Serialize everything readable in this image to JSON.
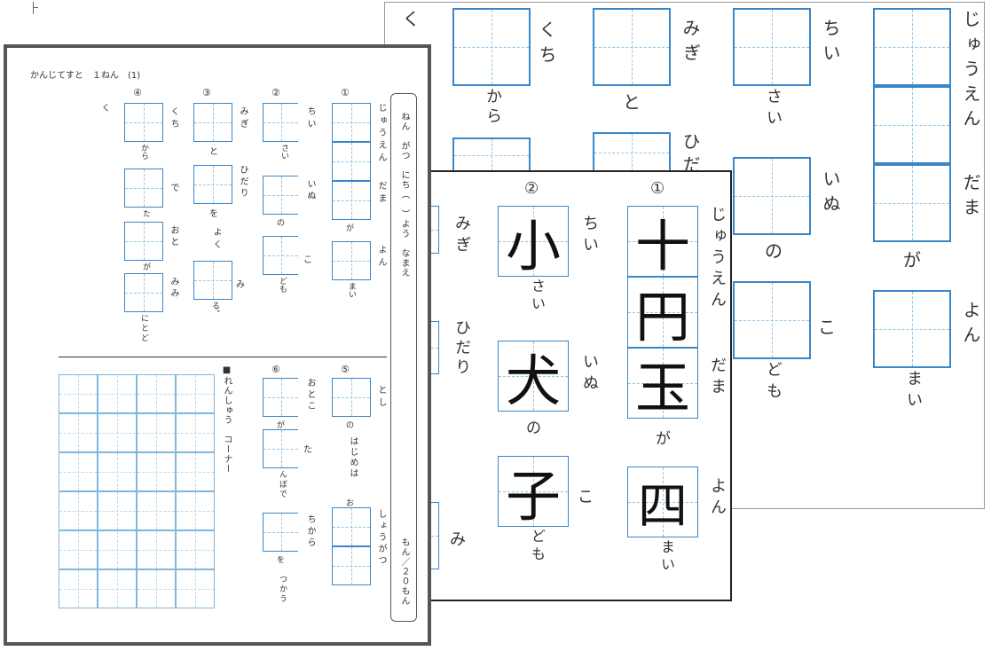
{
  "back_sheet": {
    "kana": {
      "ku": "く",
      "kuchi": "くち",
      "kara": "から",
      "migi": "みぎ",
      "to": "と",
      "hidari": "ひだ",
      "chii": "ちい",
      "sai": "さい",
      "inu": "いぬ",
      "no": "の",
      "ko": "こ",
      "domo": "ども",
      "juuen": "じゅうえん",
      "dama": "だま",
      "ga": "が",
      "yon": "よん",
      "mai": "まい"
    }
  },
  "mid_sheet": {
    "numbers": {
      "n2": "②",
      "n1": "①"
    },
    "kanji": {
      "small": "小",
      "ten": "十",
      "yen": "円",
      "ball": "玉",
      "dog": "犬",
      "child": "子",
      "four": "四"
    },
    "kana": {
      "migi": "みぎ",
      "hidari": "ひだり",
      "mi": "み",
      "chii": "ちい",
      "sai": "さい",
      "inu": "いぬ",
      "no": "の",
      "ko": "こ",
      "domo": "ども",
      "juuen": "じゅうえん",
      "dama": "だま",
      "ga": "が",
      "yon": "よん",
      "mai": "まい"
    }
  },
  "front_sheet": {
    "title": "かんじてすと　１ねん　(1)",
    "numbers": {
      "n4": "④",
      "n3": "③",
      "n2": "②",
      "n1": "①",
      "n6": "⑥",
      "n5": "⑤"
    },
    "q4": {
      "ku": "く",
      "kuchi": "くち",
      "kara": "から",
      "de": "で",
      "ta": "た",
      "oto": "おと",
      "ga": "が",
      "mimi": "みみ",
      "nitodo": "にとど"
    },
    "q3": {
      "migi": "みぎ",
      "to": "と",
      "hidari": "ひだり",
      "wo": "を",
      "yoku": "よく",
      "mi": "み",
      "ru": "る。"
    },
    "q2": {
      "chii": "ちい",
      "sai": "さい",
      "inu": "いぬ",
      "no": "の",
      "ko": "こ",
      "domo": "ども"
    },
    "q1": {
      "juuen": "じゅうえん",
      "dama": "だま",
      "ga": "が",
      "yon": "よん",
      "mai": "まい"
    },
    "q6": {
      "otoko": "おとこ",
      "ga": "が",
      "ta": "た",
      "nbode": "んぼで",
      "chikara": "ちから",
      "wo": "を",
      "tsukau": "つかう"
    },
    "q5": {
      "toshi": "とし",
      "no": "の",
      "hajimeha": "はじめは",
      "o": "お",
      "shougatsu": "しょうがつ"
    },
    "practice_label": "■れんしゅう　コーナー",
    "namebar_top": "ねん　がつ　にち（　）よう　なまえ",
    "namebar_bottom": "もん／２０もん"
  }
}
